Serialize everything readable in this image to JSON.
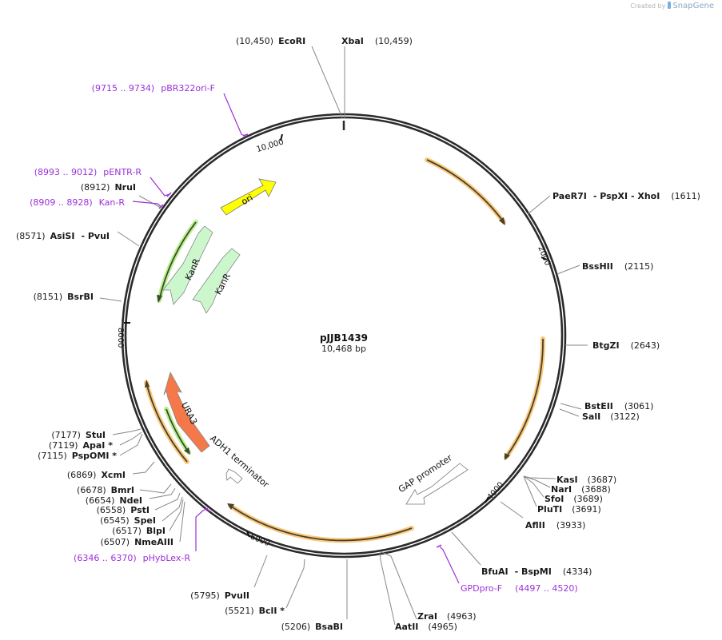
{
  "credit": {
    "prefix": "Created by",
    "brand": "SnapGene"
  },
  "plasmid": {
    "name": "pJJB1439",
    "length": "10,468 bp",
    "length_bp": 10468
  },
  "colors": {
    "backbone": "#2b2b2b",
    "orf_highlight": "#f9c97a",
    "orf_line": "#4a4030",
    "kanr_highlight": "#b7ef8a",
    "ori": "#ffff00",
    "kanr": "#ccf7cc",
    "ura3": "#f5784a",
    "primer": "#9b30d9"
  },
  "ticks": [
    {
      "label": "2000",
      "bp": 2000
    },
    {
      "label": "4000",
      "bp": 4000
    },
    {
      "label": "6000",
      "bp": 6000
    },
    {
      "label": "8000",
      "bp": 8000
    },
    {
      "label": "10,000",
      "bp": 10000
    }
  ],
  "features": [
    {
      "name": "ori",
      "color": "#ffff00"
    },
    {
      "name": "KanR",
      "color": "#ccf7cc"
    },
    {
      "name": "KanR",
      "color": "#ccf7cc"
    },
    {
      "name": "URA3",
      "color": "#f5784a"
    },
    {
      "name": "ADH1 terminator",
      "color": "#ffffff"
    },
    {
      "name": "GAP promoter",
      "color": "#ffffff"
    }
  ],
  "enzymes_right": [
    {
      "name": "PaeR7I",
      "extra": "- PspXI   - XhoI",
      "pos": "(1611)"
    },
    {
      "name": "BssHII",
      "pos": "(2115)"
    },
    {
      "name": "BtgZI",
      "pos": "(2643)"
    },
    {
      "name": "BstEII",
      "pos": "(3061)"
    },
    {
      "name": "SalI",
      "pos": "(3122)"
    },
    {
      "name": "KasI",
      "pos": "(3687)"
    },
    {
      "name": "NarI",
      "pos": "(3688)"
    },
    {
      "name": "SfoI",
      "pos": "(3689)"
    },
    {
      "name": "PluTI",
      "pos": "(3691)"
    },
    {
      "name": "AflII",
      "pos": "(3933)"
    },
    {
      "name": "BfuAI",
      "extra": "- BspMI",
      "pos": "(4334)"
    },
    {
      "name": "ZraI",
      "pos": "(4963)"
    },
    {
      "name": "AatII",
      "pos": "(4965)"
    }
  ],
  "enzymes_top": [
    {
      "name": "EcoRI",
      "pos": "(10,450)"
    },
    {
      "name": "XbaI",
      "pos": "(10,459)"
    }
  ],
  "enzymes_left": [
    {
      "name": "NruI",
      "pos": "(8912)"
    },
    {
      "name": "AsiSI",
      "extra": "- PvuI",
      "pos": "(8571)"
    },
    {
      "name": "BsrBI",
      "pos": "(8151)"
    },
    {
      "name": "StuI",
      "pos": "(7177)"
    },
    {
      "name": "ApaI *",
      "pos": "(7119)"
    },
    {
      "name": "PspOMI *",
      "pos": "(7115)"
    },
    {
      "name": "XcmI",
      "pos": "(6869)"
    },
    {
      "name": "BmrI",
      "pos": "(6678)"
    },
    {
      "name": "NdeI",
      "pos": "(6654)"
    },
    {
      "name": "PstI",
      "pos": "(6558)"
    },
    {
      "name": "SpeI",
      "pos": "(6545)"
    },
    {
      "name": "BlpI",
      "pos": "(6517)"
    },
    {
      "name": "NmeAIII",
      "pos": "(6507)"
    },
    {
      "name": "PvuII",
      "pos": "(5795)"
    },
    {
      "name": "BclI *",
      "pos": "(5521)"
    },
    {
      "name": "BsaBI",
      "pos": "(5206)"
    }
  ],
  "primers": [
    {
      "name": "pBR322ori-F",
      "range": "(9715 .. 9734)"
    },
    {
      "name": "pENTR-R",
      "range": "(8993 .. 9012)"
    },
    {
      "name": "Kan-R",
      "range": "(8909 .. 8928)"
    },
    {
      "name": "pHybLex-R",
      "range": "(6346 .. 6370)"
    },
    {
      "name": "GPDpro-F",
      "range": "(4497 .. 4520)"
    }
  ]
}
